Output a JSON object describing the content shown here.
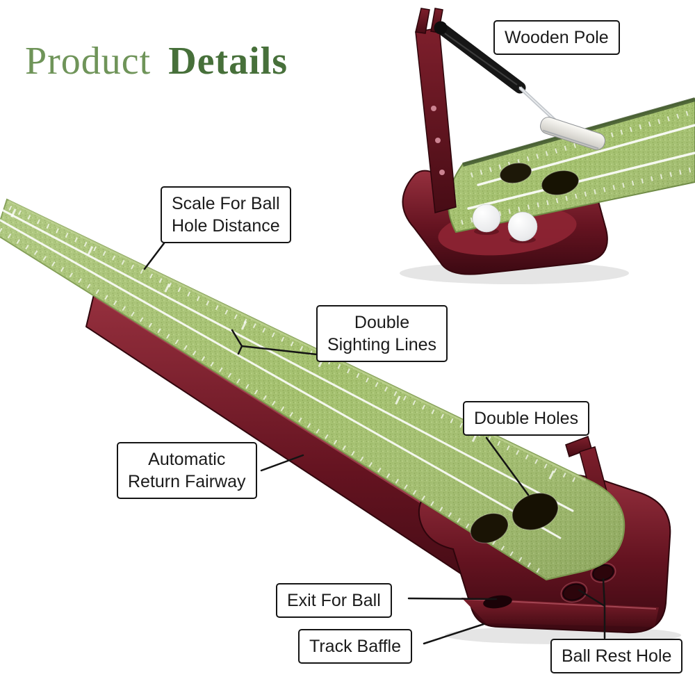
{
  "title": {
    "word_light": "Product",
    "word_bold": "Details"
  },
  "callouts": [
    {
      "id": "wooden-pole",
      "lines": [
        "Wooden Pole"
      ]
    },
    {
      "id": "scale-distance",
      "lines": [
        "Scale For Ball",
        "Hole Distance"
      ]
    },
    {
      "id": "sighting-lines",
      "lines": [
        "Double",
        "Sighting Lines"
      ]
    },
    {
      "id": "return-fairway",
      "lines": [
        "Automatic",
        "Return Fairway"
      ]
    },
    {
      "id": "double-holes",
      "lines": [
        "Double Holes"
      ]
    },
    {
      "id": "exit-ball",
      "lines": [
        "Exit For Ball"
      ]
    },
    {
      "id": "track-baffle",
      "lines": [
        "Track Baffle"
      ]
    },
    {
      "id": "ball-rest-hole",
      "lines": [
        "Ball Rest Hole"
      ]
    }
  ],
  "colors": {
    "title_light": "#6f9459",
    "title_bold": "#47703a",
    "label_border": "#151515",
    "label_text": "#1b1b1b",
    "mat_green": "#a5c170",
    "wood_maroon": "#641320",
    "sight_line_white": "#ffffff",
    "connector_black": "#141414"
  }
}
